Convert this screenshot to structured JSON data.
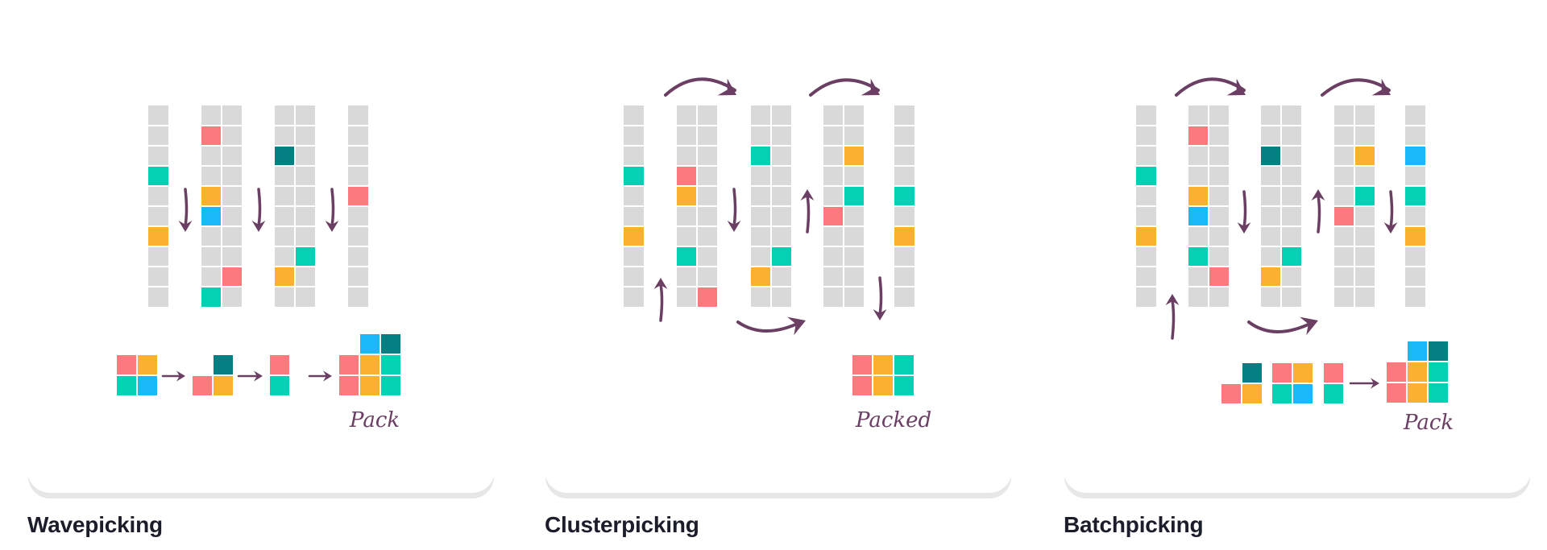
{
  "colors": {
    "shelf": "#d9d9d9",
    "grid": "#ffffff",
    "arrow": "#6a3f63",
    "title": "#1c1d2b",
    "items": {
      "red": "#fc7a7e",
      "orange": "#fbb02f",
      "teal": "#03d1b4",
      "blue": "#1ab8f9",
      "darkteal": "#067f83"
    }
  },
  "icons": [
    "arrow-down-icon",
    "arrow-up-icon",
    "curved-arrow-icon",
    "short-arrow-right-icon"
  ],
  "panels": [
    {
      "id": "wavepicking",
      "title": "Wavepicking",
      "pack_label": "Pack"
    },
    {
      "id": "clusterpicking",
      "title": "Clusterpicking",
      "pack_label": "Packed"
    },
    {
      "id": "batchpicking",
      "title": "Batchpicking",
      "pack_label": "Pack"
    }
  ]
}
